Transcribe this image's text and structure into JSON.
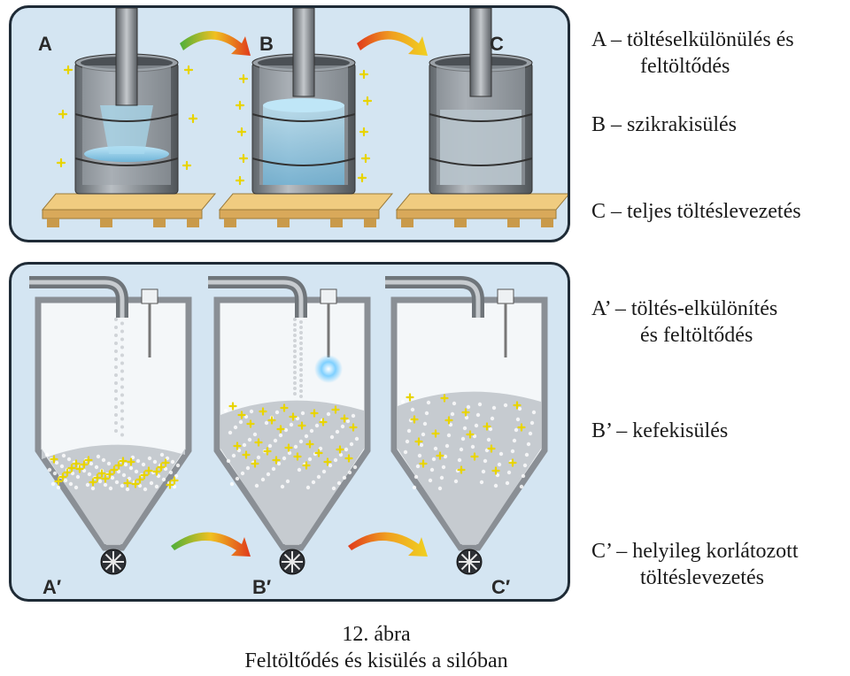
{
  "top_panel": {
    "stages": [
      {
        "label": "A"
      },
      {
        "label": "B"
      },
      {
        "label": "C"
      }
    ]
  },
  "bottom_panel": {
    "stages": [
      {
        "label": "A′"
      },
      {
        "label": "B′"
      },
      {
        "label": "C′"
      }
    ]
  },
  "legend": [
    {
      "line1": "A – töltéselkülönülés  és",
      "line2": "feltöltődés"
    },
    {
      "line1": "B – szikrakisülés",
      "line2": ""
    },
    {
      "line1": "C – teljes töltéslevezetés",
      "line2": ""
    },
    {
      "line1": "A’ – töltés-elkülönítés",
      "line2": "és feltöltődés"
    },
    {
      "line1": "B’ – kefekisülés",
      "line2": ""
    },
    {
      "line1": "C’ – helyileg korlátozott",
      "line2": "töltéslevezetés"
    }
  ],
  "caption": {
    "number": "12. ábra",
    "title": "Feltöltődés és kisülés a silóban"
  },
  "colors": {
    "panel_bg": "#d4e5f2",
    "charge": "#e8d400",
    "metal": "#8a8f95",
    "pallet": "#e8c070"
  }
}
